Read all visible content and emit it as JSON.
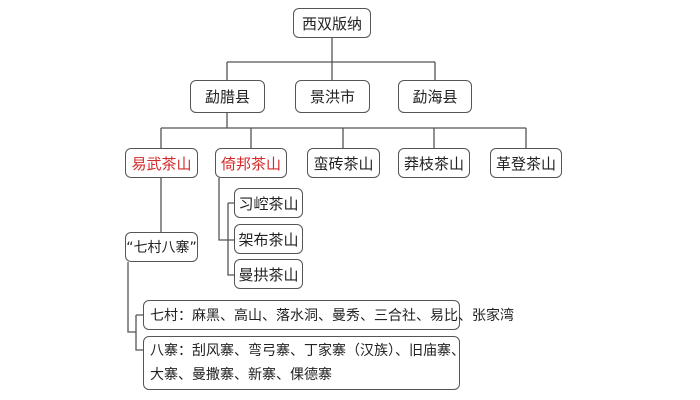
{
  "root": "西双版纳",
  "counties": [
    "勐腊县",
    "景洪市",
    "勐海县"
  ],
  "mountains": [
    {
      "label": "易武茶山",
      "highlight": true
    },
    {
      "label": "倚邦茶山",
      "highlight": true
    },
    {
      "label": "蛮砖茶山",
      "highlight": false
    },
    {
      "label": "莽枝茶山",
      "highlight": false
    },
    {
      "label": "革登茶山",
      "highlight": false
    }
  ],
  "yibang_children": [
    "习崆茶山",
    "架布茶山",
    "曼拱茶山"
  ],
  "yiwu_child": "“七村八寨”",
  "qicun": "七村：麻黑、高山、落水洞、曼秀、三合社、易比、张家湾",
  "bazhai_line1": "八寨：刮风寨、弯弓寨、丁家寨（汉族）、旧庙寨、",
  "bazhai_line2": "大寨、曼撒寨、新寨、倮德寨",
  "colors": {
    "highlight": "#d42a2a",
    "border": "#555555"
  }
}
